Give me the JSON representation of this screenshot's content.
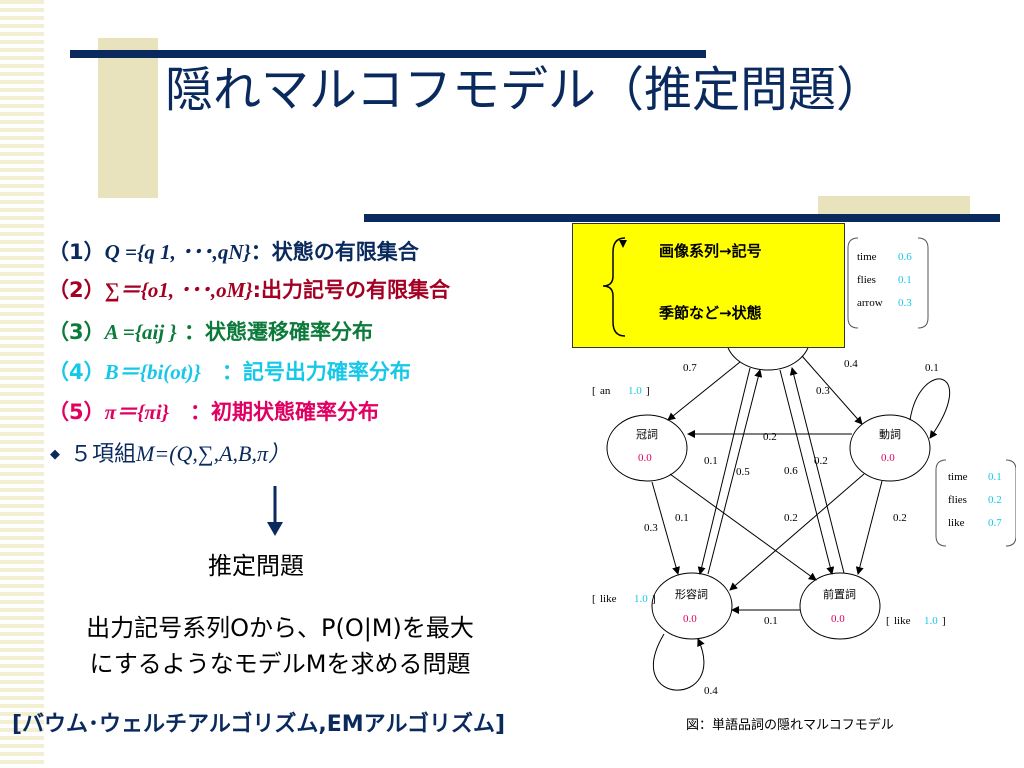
{
  "slide": {
    "title": "隠れマルコフモデル（推定問題）",
    "items": [
      {
        "num": "（1）",
        "formula": "Q ={q 1, ･･･,qN}",
        "desc": "：状態の有限集合"
      },
      {
        "num": "（2）",
        "formula": "∑＝{o1, ･･･,oM}",
        "desc": ":出力記号の有限集合"
      },
      {
        "num": "（3）",
        "formula": "A ={aij  }",
        "desc": " ：状態遷移確率分布"
      },
      {
        "num": "（4）",
        "formula": "B＝{bi(ot)}",
        "desc": "　：記号出力確率分布"
      },
      {
        "num": "（5）",
        "formula": "π＝{πi}",
        "desc": "　：初期状態確率分布"
      }
    ],
    "tuple_label": "５項組",
    "tuple_formula": "M=(Q,∑,A,B,π）",
    "estimation_label": "推定問題",
    "goal_line1": "出力記号系列Oから、P(O|M)を最大",
    "goal_line2": "にするようなモデルMを求める問題",
    "algorithm_line": "[バウム･ウェルチアルゴリズム,EMアルゴリズム]"
  },
  "yellow_box": {
    "line1": "画像系列→記号",
    "line2": "季節など→状態"
  },
  "diagram": {
    "caption": "図：単語品詞の隠れマルコフモデル",
    "states": [
      {
        "name": "冠詞",
        "init": "0.0"
      },
      {
        "name": "動詞",
        "init": "0.0"
      },
      {
        "name": "形容詞",
        "init": "0.0"
      },
      {
        "name": "前置詞",
        "init": "0.0"
      }
    ],
    "transition_labels": [
      "0.7",
      "0.4",
      "0.1",
      "0.3",
      "0.2",
      "0.1",
      "0.5",
      "0.6",
      "0.2",
      "0.1",
      "0.3",
      "0.2",
      "0.2",
      "0.1",
      "0.4"
    ],
    "emission_tables": [
      {
        "rows": [
          {
            "word": "time",
            "p": "0.6"
          },
          {
            "word": "flies",
            "p": "0.1"
          },
          {
            "word": "arrow",
            "p": "0.3"
          }
        ]
      },
      {
        "rows": [
          {
            "word": "time",
            "p": "0.1"
          },
          {
            "word": "flies",
            "p": "0.2"
          },
          {
            "word": "like",
            "p": "0.7"
          }
        ]
      }
    ],
    "single_outputs": [
      {
        "word": "an",
        "p": "1.0"
      },
      {
        "word": "like",
        "p": "1.0"
      },
      {
        "word": "like",
        "p": "1.0"
      }
    ]
  },
  "colors": {
    "navy": "#0a2a5e",
    "red": "#a30024",
    "green": "#0b7a3a",
    "cyan": "#16c8e8",
    "magenta": "#e00062",
    "yellow": "#ffff00"
  }
}
